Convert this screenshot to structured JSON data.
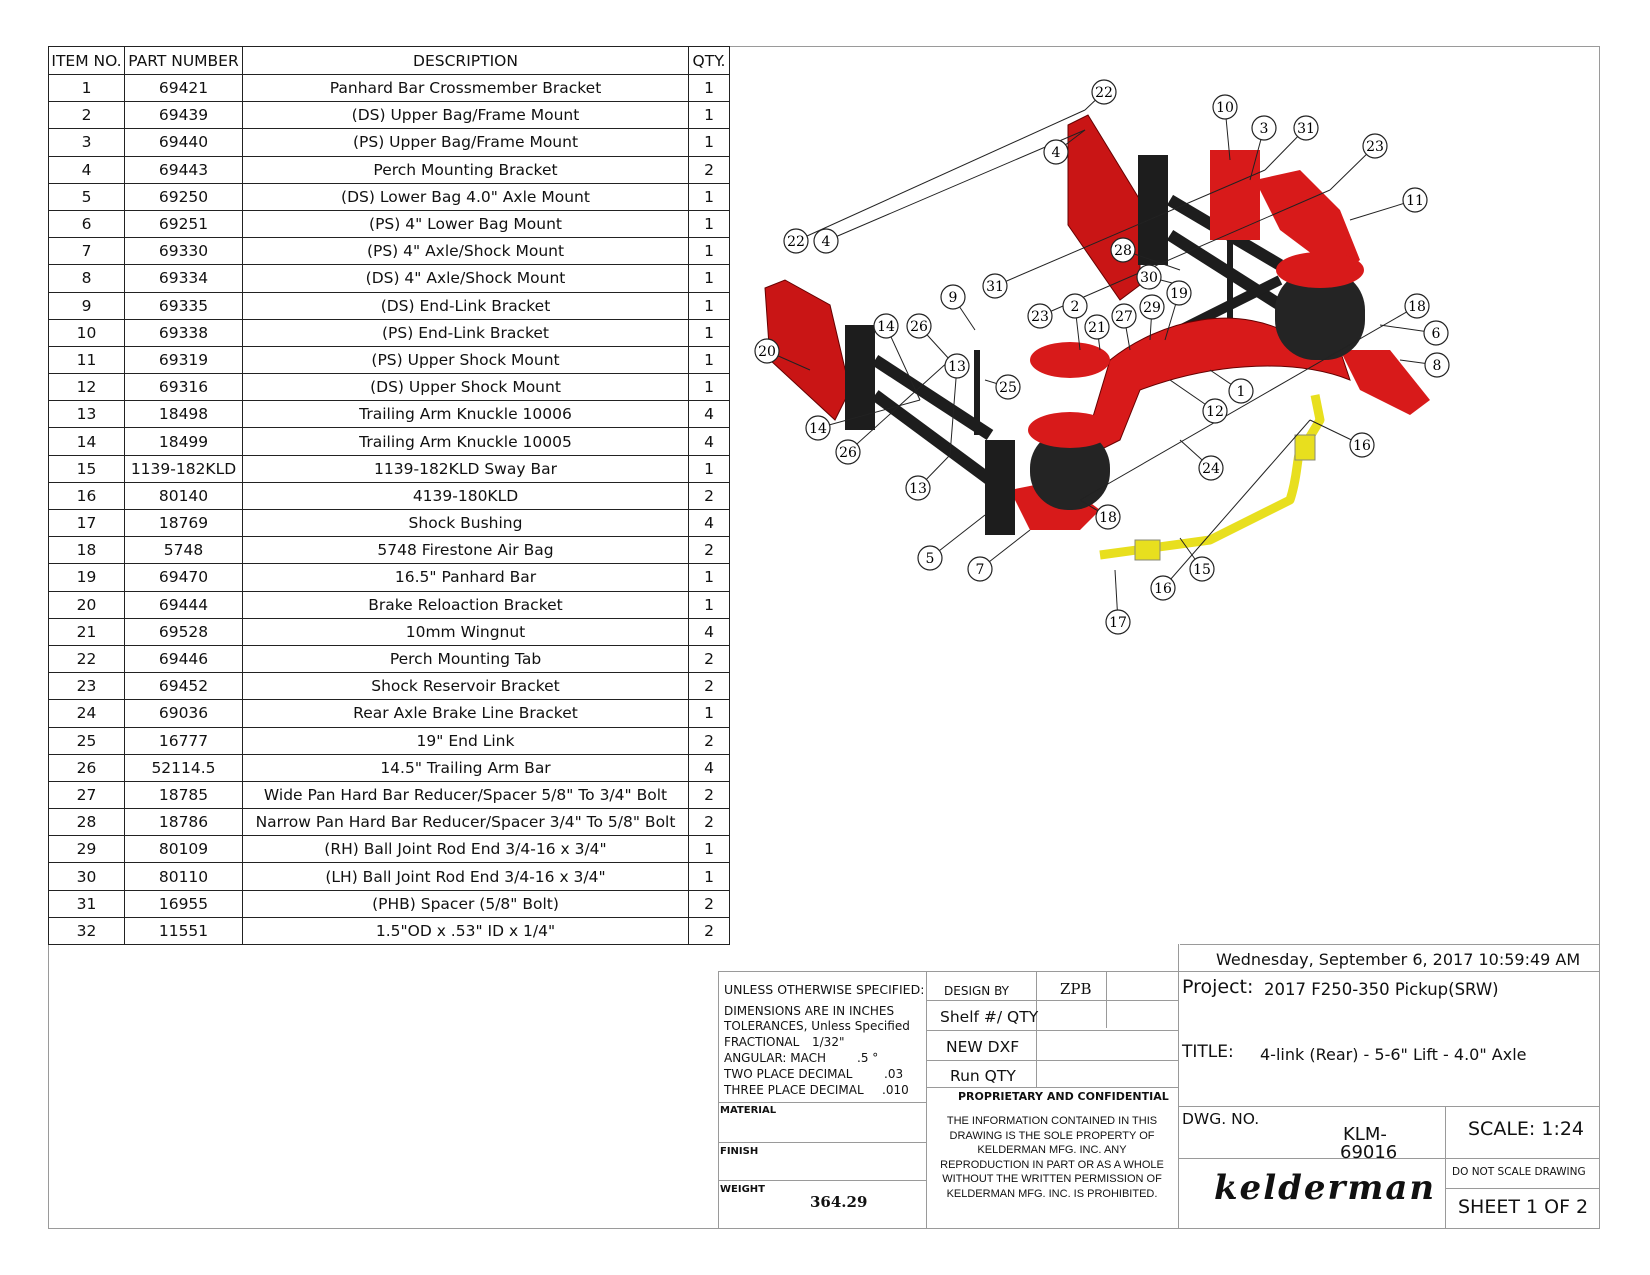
{
  "bom": {
    "headers": [
      "ITEM NO.",
      "PART NUMBER",
      "DESCRIPTION",
      "QTY."
    ],
    "rows": [
      [
        "1",
        "69421",
        "Panhard Bar Crossmember Bracket",
        "1"
      ],
      [
        "2",
        "69439",
        "(DS) Upper Bag/Frame Mount",
        "1"
      ],
      [
        "3",
        "69440",
        "(PS) Upper Bag/Frame Mount",
        "1"
      ],
      [
        "4",
        "69443",
        "Perch Mounting Bracket",
        "2"
      ],
      [
        "5",
        "69250",
        "(DS) Lower Bag 4.0\" Axle Mount",
        "1"
      ],
      [
        "6",
        "69251",
        "(PS) 4\" Lower Bag Mount",
        "1"
      ],
      [
        "7",
        "69330",
        "(PS) 4\" Axle/Shock Mount",
        "1"
      ],
      [
        "8",
        "69334",
        "(DS) 4\" Axle/Shock Mount",
        "1"
      ],
      [
        "9",
        "69335",
        "(DS) End-Link Bracket",
        "1"
      ],
      [
        "10",
        "69338",
        "(PS) End-Link Bracket",
        "1"
      ],
      [
        "11",
        "69319",
        "(PS) Upper Shock Mount",
        "1"
      ],
      [
        "12",
        "69316",
        "(DS) Upper Shock Mount",
        "1"
      ],
      [
        "13",
        "18498",
        "Trailing Arm Knuckle 10006",
        "4"
      ],
      [
        "14",
        "18499",
        "Trailing Arm Knuckle 10005",
        "4"
      ],
      [
        "15",
        "1139-182KLD",
        "1139-182KLD Sway Bar",
        "1"
      ],
      [
        "16",
        "80140",
        "4139-180KLD",
        "2"
      ],
      [
        "17",
        "18769",
        "Shock Bushing",
        "4"
      ],
      [
        "18",
        "5748",
        "5748 Firestone Air Bag",
        "2"
      ],
      [
        "19",
        "69470",
        "16.5\" Panhard Bar",
        "1"
      ],
      [
        "20",
        "69444",
        "Brake Reloaction Bracket",
        "1"
      ],
      [
        "21",
        "69528",
        "10mm Wingnut",
        "4"
      ],
      [
        "22",
        "69446",
        "Perch Mounting Tab",
        "2"
      ],
      [
        "23",
        "69452",
        "Shock Reservoir Bracket",
        "2"
      ],
      [
        "24",
        "69036",
        "Rear Axle Brake Line Bracket",
        "1"
      ],
      [
        "25",
        "16777",
        "19\" End Link",
        "2"
      ],
      [
        "26",
        "52114.5",
        "14.5\" Trailing Arm Bar",
        "4"
      ],
      [
        "27",
        "18785",
        "Wide Pan Hard Bar Reducer/Spacer 5/8\" To 3/4\" Bolt",
        "2"
      ],
      [
        "28",
        "18786",
        "Narrow Pan Hard Bar Reducer/Spacer 3/4\" To 5/8\" Bolt",
        "2"
      ],
      [
        "29",
        "80109",
        "(RH) Ball Joint Rod End 3/4-16 x 3/4\"",
        "1"
      ],
      [
        "30",
        "80110",
        "(LH) Ball Joint Rod End 3/4-16 x 3/4\"",
        "1"
      ],
      [
        "31",
        "16955",
        "(PHB) Spacer (5/8\" Bolt)",
        "2"
      ],
      [
        "32",
        "11551",
        "1.5\"OD x .53\" ID x 1/4\"",
        "2"
      ]
    ]
  },
  "callouts": [
    "1",
    "2",
    "3",
    "4",
    "5",
    "6",
    "7",
    "8",
    "9",
    "10",
    "11",
    "12",
    "13",
    "14",
    "15",
    "16",
    "17",
    "18",
    "19",
    "20",
    "21",
    "22",
    "23",
    "24",
    "25",
    "26",
    "27",
    "28",
    "29",
    "30",
    "31"
  ],
  "title_block": {
    "unless": "UNLESS OTHERWISE SPECIFIED:",
    "dims": "DIMENSIONS ARE IN INCHES",
    "tol": "TOLERANCES, Unless Specified",
    "frac": "FRACTIONAL",
    "frac_val": "1/32\"",
    "ang": "ANGULAR: MACH",
    "ang_val": ".5 °",
    "two": "TWO PLACE DECIMAL",
    "two_val": ".03",
    "three": "THREE PLACE DECIMAL",
    "three_val": ".010",
    "material": "MATERIAL",
    "finish": "FINISH",
    "weight": "WEIGHT",
    "weight_val": "364.29",
    "design_by": "DESIGN BY",
    "design_by_val": "ZPB",
    "shelf": "Shelf #/ QTY",
    "new_dxf": "NEW DXF",
    "run_qty": "Run QTY",
    "prop": "PROPRIETARY AND CONFIDENTIAL",
    "conf": [
      "THE INFORMATION CONTAINED IN THIS",
      "DRAWING IS THE SOLE PROPERTY OF",
      "KELDERMAN MFG. INC.  ANY",
      "REPRODUCTION IN PART OR AS A WHOLE",
      "WITHOUT THE WRITTEN PERMISSION OF",
      "KELDERMAN MFG. INC. IS PROHIBITED."
    ],
    "date": "Wednesday, September 6, 2017 10:59:49 AM",
    "project_label": "Project:",
    "project_val": "2017 F250-350 Pickup(SRW)",
    "title_label": "TITLE:",
    "title_val": "4-link (Rear) - 5-6\" Lift - 4.0\" Axle",
    "dwg_label": "DWG.  NO.",
    "dwg_val1": "KLM-",
    "dwg_val2": "69016",
    "scale": "SCALE: 1:24",
    "dns": "DO NOT SCALE DRAWING",
    "sheet": "SHEET 1 OF 2",
    "logo": "kelderman"
  },
  "colors": {
    "part_red": "#d81a1a",
    "part_dark": "#1b1b1b",
    "sway_yellow": "#e8df1e"
  }
}
